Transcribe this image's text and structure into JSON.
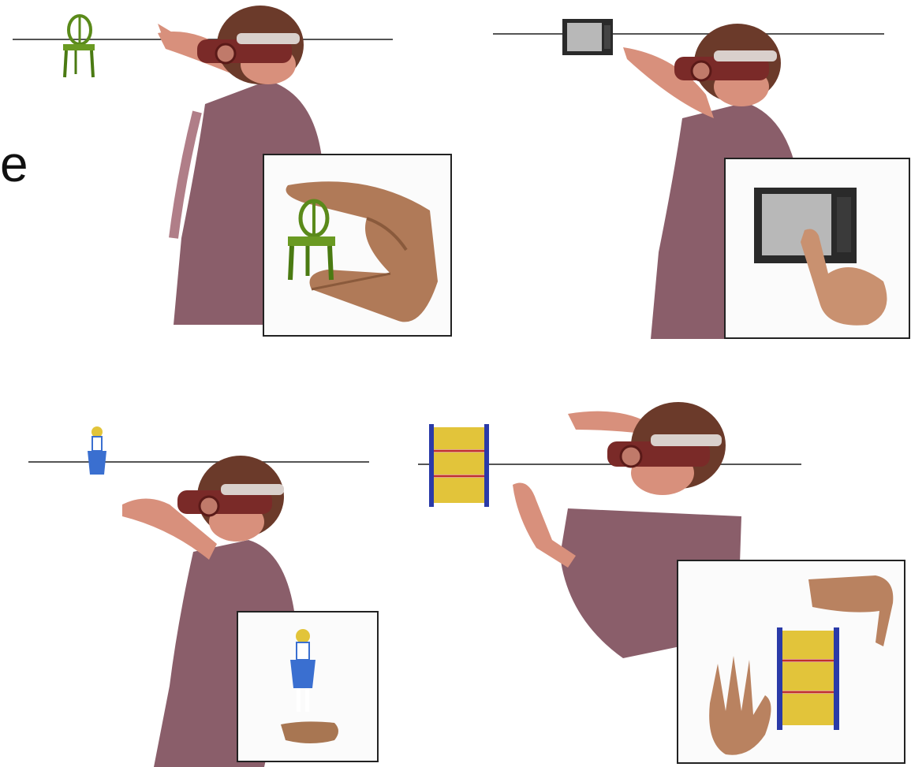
{
  "edge_text": "e",
  "panels": [
    {
      "id": "chair",
      "object": "chair",
      "gesture": "pinch-grab-hand"
    },
    {
      "id": "tv",
      "object": "television",
      "gesture": "pointing-hand"
    },
    {
      "id": "girl",
      "object": "figurine",
      "gesture": "palm-up-hand"
    },
    {
      "id": "shelf",
      "object": "bookshelf",
      "gesture": "framing-hands"
    }
  ],
  "colors": {
    "skin": "#d8907c",
    "shirt": "#8a5e6a",
    "hair": "#6b3a2a",
    "headset": "#7a2a28",
    "strap": "#d9d0cc",
    "chair": "#5a8a1a",
    "tv_body": "#2a2a2a",
    "tv_screen": "#b8b8b8",
    "shelf_frame": "#2a3aa8",
    "shelf_books": "#e2c43a",
    "hand": "#b07a58",
    "dress": "#3a6fd0"
  }
}
